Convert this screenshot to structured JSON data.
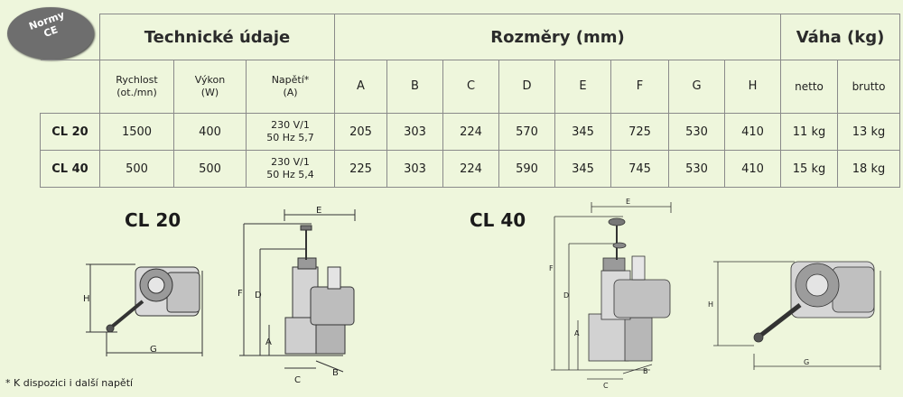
{
  "badge": {
    "line1": "Normy",
    "line2": "CE"
  },
  "groups": {
    "tech": "Technické údaje",
    "dims": "Rozměry (mm)",
    "weight": "Váha (kg)"
  },
  "columns": {
    "speed": [
      "Rychlost",
      "(ot./mn)"
    ],
    "power": [
      "Výkon",
      "(W)"
    ],
    "voltage": [
      "Napětí*",
      "(A)"
    ],
    "dims": [
      "A",
      "B",
      "C",
      "D",
      "E",
      "F",
      "G",
      "H"
    ],
    "netto": "netto",
    "brutto": "brutto"
  },
  "rows": [
    {
      "model": "CL 20",
      "speed": "1500",
      "power": "400",
      "volt1": "230 V/1",
      "volt2": "50 Hz  5,7",
      "dims": [
        "205",
        "303",
        "224",
        "570",
        "345",
        "725",
        "530",
        "410"
      ],
      "netto": "11 kg",
      "brutto": "13 kg"
    },
    {
      "model": "CL 40",
      "speed": "500",
      "power": "500",
      "volt1": "230 V/1",
      "volt2": "50 Hz 5,4",
      "dims": [
        "225",
        "303",
        "224",
        "590",
        "345",
        "745",
        "530",
        "410"
      ],
      "netto": "15 kg",
      "brutto": "18 kg"
    }
  ],
  "diagrams": {
    "cl20_title": "CL 20",
    "cl40_title": "CL 40",
    "labels": {
      "A": "A",
      "B": "B",
      "C": "C",
      "D": "D",
      "E": "E",
      "F": "F",
      "G": "G",
      "H": "H"
    }
  },
  "footnote": "* K dispozici i další napětí"
}
